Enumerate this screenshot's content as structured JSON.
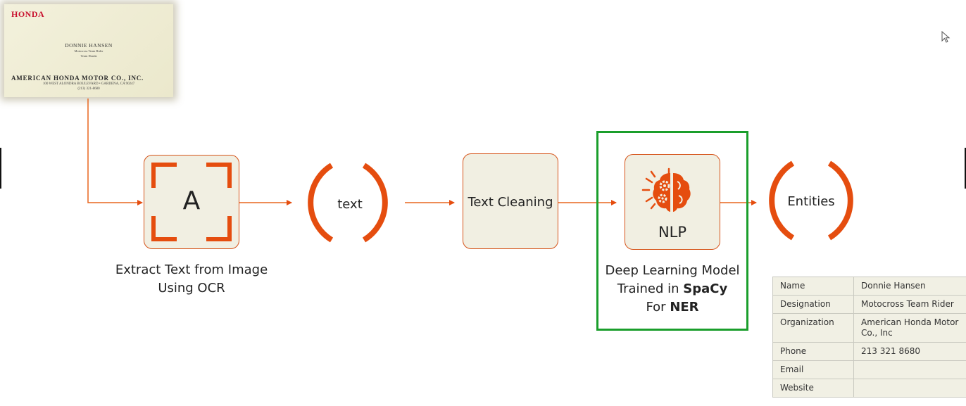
{
  "business_card": {
    "brand": "HONDA",
    "name": "DONNIE HANSEN",
    "title_line1": "Motocross Team Rider",
    "title_line2": "Team Honda",
    "company": "AMERICAN HONDA MOTOR CO., INC.",
    "address": "100 WEST ALONDRA BOULEVARD • GARDENA, CA 90247",
    "phone": "(213) 321-8680"
  },
  "pipeline": {
    "ocr": {
      "glyph": "A",
      "caption_line1": "Extract Text from Image",
      "caption_line2": "Using OCR"
    },
    "text_node": {
      "label": "text"
    },
    "cleaning": {
      "label": "Text Cleaning"
    },
    "nlp": {
      "label": "NLP",
      "icon": "brain-gears-icon",
      "caption_line1": "Deep Learning Model",
      "caption_line2_prefix": "Trained in",
      "caption_line2_bold": "SpaCy",
      "caption_line3_prefix": "For",
      "caption_line3_bold": "NER"
    },
    "entities_node": {
      "label": "Entities"
    }
  },
  "entities_table": {
    "rows": [
      {
        "key": "Name",
        "value": "Donnie Hansen"
      },
      {
        "key": "Designation",
        "value": "Motocross Team Rider"
      },
      {
        "key": "Organization",
        "value": "American Honda Motor Co., Inc"
      },
      {
        "key": "Phone",
        "value": "213 321 8680"
      },
      {
        "key": "Email",
        "value": ""
      },
      {
        "key": "Website",
        "value": ""
      }
    ]
  },
  "colors": {
    "accent_orange": "#e54d0f",
    "box_fill": "#f1efe2",
    "highlight_green": "#1a9e2b"
  }
}
